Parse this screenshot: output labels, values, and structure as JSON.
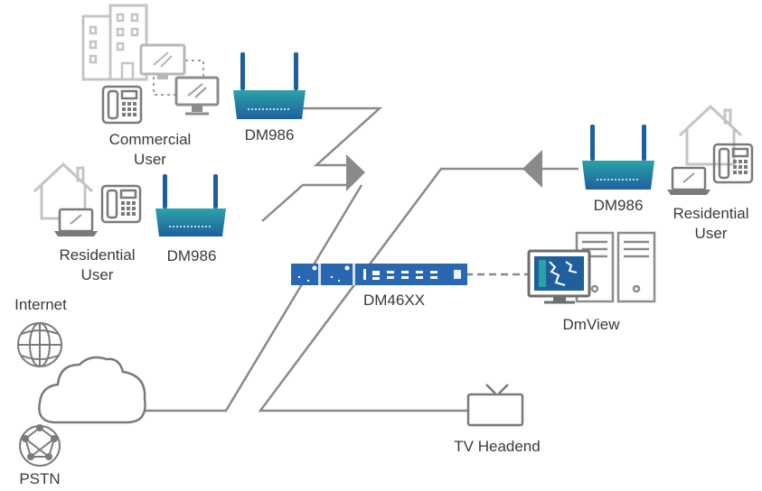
{
  "labels": {
    "commercial_user_line1": "Commercial",
    "commercial_user_line2": "User",
    "dm986_top": "DM986",
    "residential_user_left_line1": "Residential",
    "residential_user_left_line2": "User",
    "dm986_left": "DM986",
    "dm986_right": "DM986",
    "residential_user_right_line1": "Residential",
    "residential_user_right_line2": "User",
    "dm46xx": "DM46XX",
    "dmview": "DmView",
    "internet": "Internet",
    "pstn": "PSTN",
    "tv_headend": "TV Headend"
  },
  "colors": {
    "line": "#8a8a8a",
    "icon_outline": "#b7b7b7",
    "icon_dark": "#6e6e6e",
    "router_blue": "#1f5f9e",
    "router_teal": "#2aa3a8",
    "rack_blue": "#2a67b3",
    "label_text": "#3a3a3a"
  },
  "icons": {
    "office_building": "building-icon",
    "house": "house-icon",
    "desktop": "monitor-icon",
    "laptop": "laptop-icon",
    "phone": "desk-phone-icon",
    "router": "wifi-router-icon",
    "globe": "globe-icon",
    "cloud": "cloud-icon",
    "tv": "tv-icon",
    "server": "server-tower-icon",
    "arrow": "triangle-arrow-icon"
  }
}
